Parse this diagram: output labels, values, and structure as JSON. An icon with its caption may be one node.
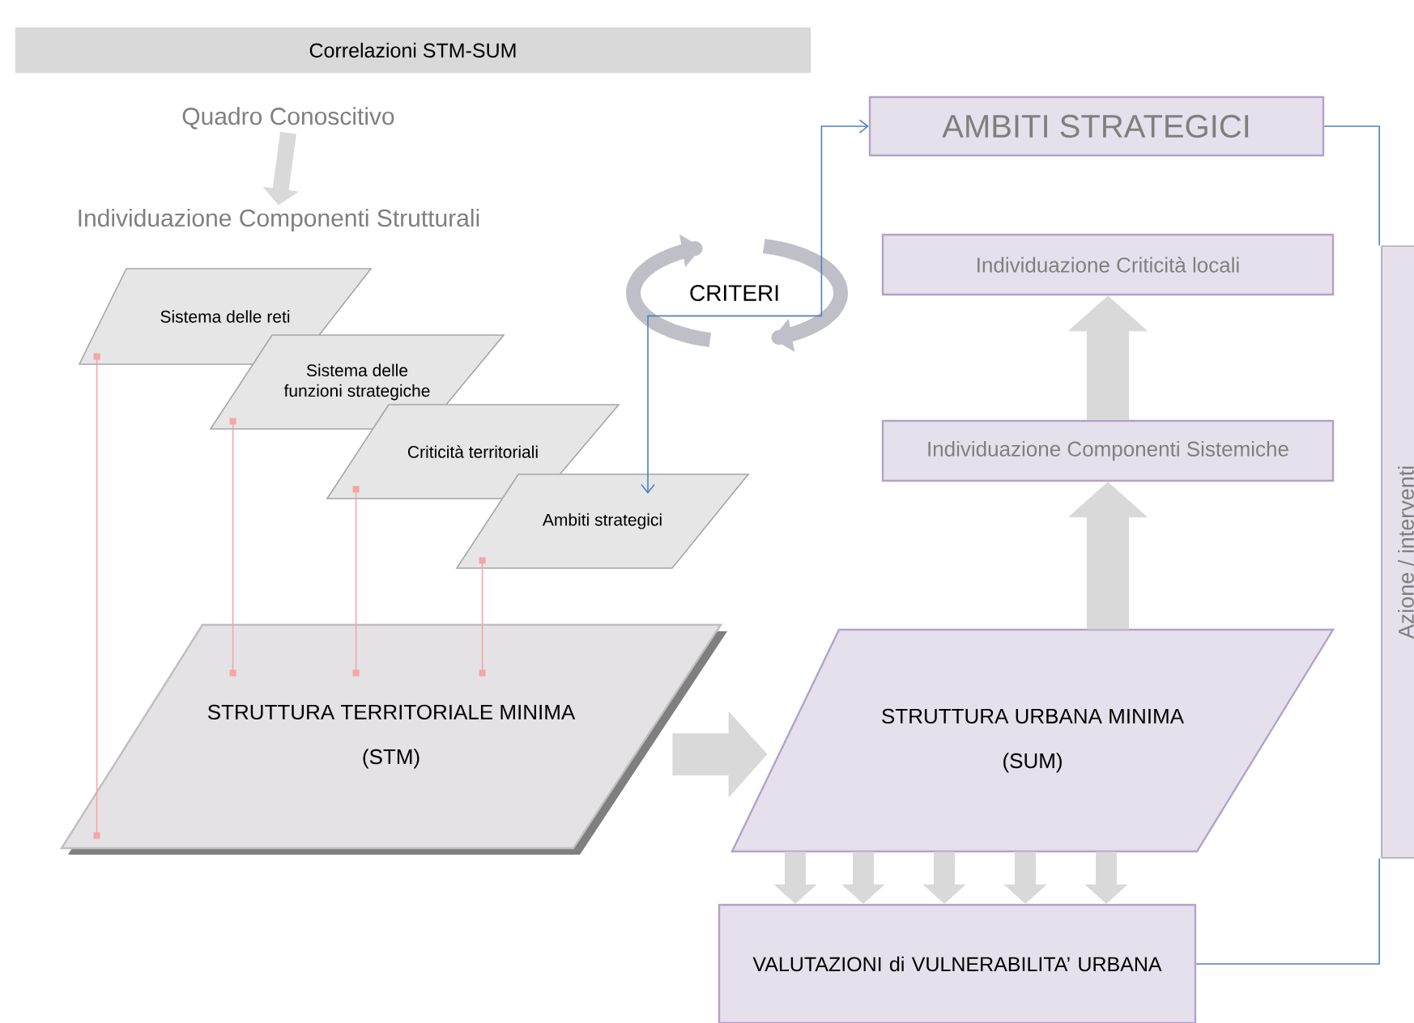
{
  "diagram": {
    "nodes": [
      {
        "text": [
          "Correlazioni STM-SUM"
        ]
      },
      {
        "text": [
          "Quadro Conoscitivo"
        ]
      },
      {
        "text": [
          "Individuazione Componenti Strutturali"
        ]
      },
      {
        "text": [
          "Sistema delle reti"
        ]
      },
      {
        "text": [
          "Sistema delle funzioni strategiche"
        ]
      },
      {
        "text": [
          "Criticità territoriali"
        ]
      },
      {
        "text": [
          "Ambiti strategici"
        ]
      },
      {
        "text": [
          "STRUTTURA TERRITORIALE MINIMA",
          "(STM)"
        ]
      },
      {
        "text": [
          "CRITERI"
        ]
      },
      {
        "text": [
          "AMBITI STRATEGICI"
        ]
      },
      {
        "text": [
          "Individuazione Criticità locali"
        ]
      },
      {
        "text": [
          "Individuazione Componenti Sistemiche"
        ]
      },
      {
        "text": [
          "STRUTTURA URBANA MINIMA",
          "(SUM)"
        ]
      },
      {
        "text": [
          "VALUTAZIONI di VULNERABILITA’ URBANA"
        ]
      },
      {
        "text": [
          "Azione / interventi"
        ]
      }
    ],
    "edges": [
      {
        "from": 1,
        "to": 2,
        "arrow": "to",
        "color": "#d9d9d9"
      },
      {
        "from": 3,
        "to": 7,
        "arrow": "other",
        "color": "#f4a6a6"
      },
      {
        "from": 4,
        "to": 7,
        "arrow": "other",
        "color": "#f4a6a6"
      },
      {
        "from": 5,
        "to": 7,
        "arrow": "other",
        "color": "#f4a6a6"
      },
      {
        "from": 6,
        "to": 7,
        "arrow": "other",
        "color": "#f4a6a6"
      },
      {
        "from": 8,
        "to": 6,
        "arrow": "to",
        "color": "#4f81bd"
      },
      {
        "from": 8,
        "to": 9,
        "arrow": "to",
        "color": "#4f81bd"
      },
      {
        "from": 7,
        "to": 12,
        "arrow": "to",
        "style": "thick",
        "color": "#d9d9d9"
      },
      {
        "from": 12,
        "to": 11,
        "arrow": "to",
        "style": "thick",
        "color": "#d9d9d9"
      },
      {
        "from": 11,
        "to": 10,
        "arrow": "to",
        "style": "thick",
        "color": "#d9d9d9"
      },
      {
        "from": 12,
        "to": 13,
        "arrow": "to",
        "color": "#d9d9d9"
      },
      {
        "from": 12,
        "to": 13,
        "arrow": "to",
        "color": "#d9d9d9"
      },
      {
        "from": 12,
        "to": 13,
        "arrow": "to",
        "color": "#d9d9d9"
      },
      {
        "from": 12,
        "to": 13,
        "arrow": "to",
        "color": "#d9d9d9"
      },
      {
        "from": 12,
        "to": 13,
        "arrow": "to",
        "color": "#d9d9d9"
      },
      {
        "from": 13,
        "to": 14,
        "arrow": "none",
        "color": "#4f81bd"
      },
      {
        "from": 14,
        "to": 9,
        "arrow": "none",
        "color": "#4f81bd"
      }
    ]
  }
}
